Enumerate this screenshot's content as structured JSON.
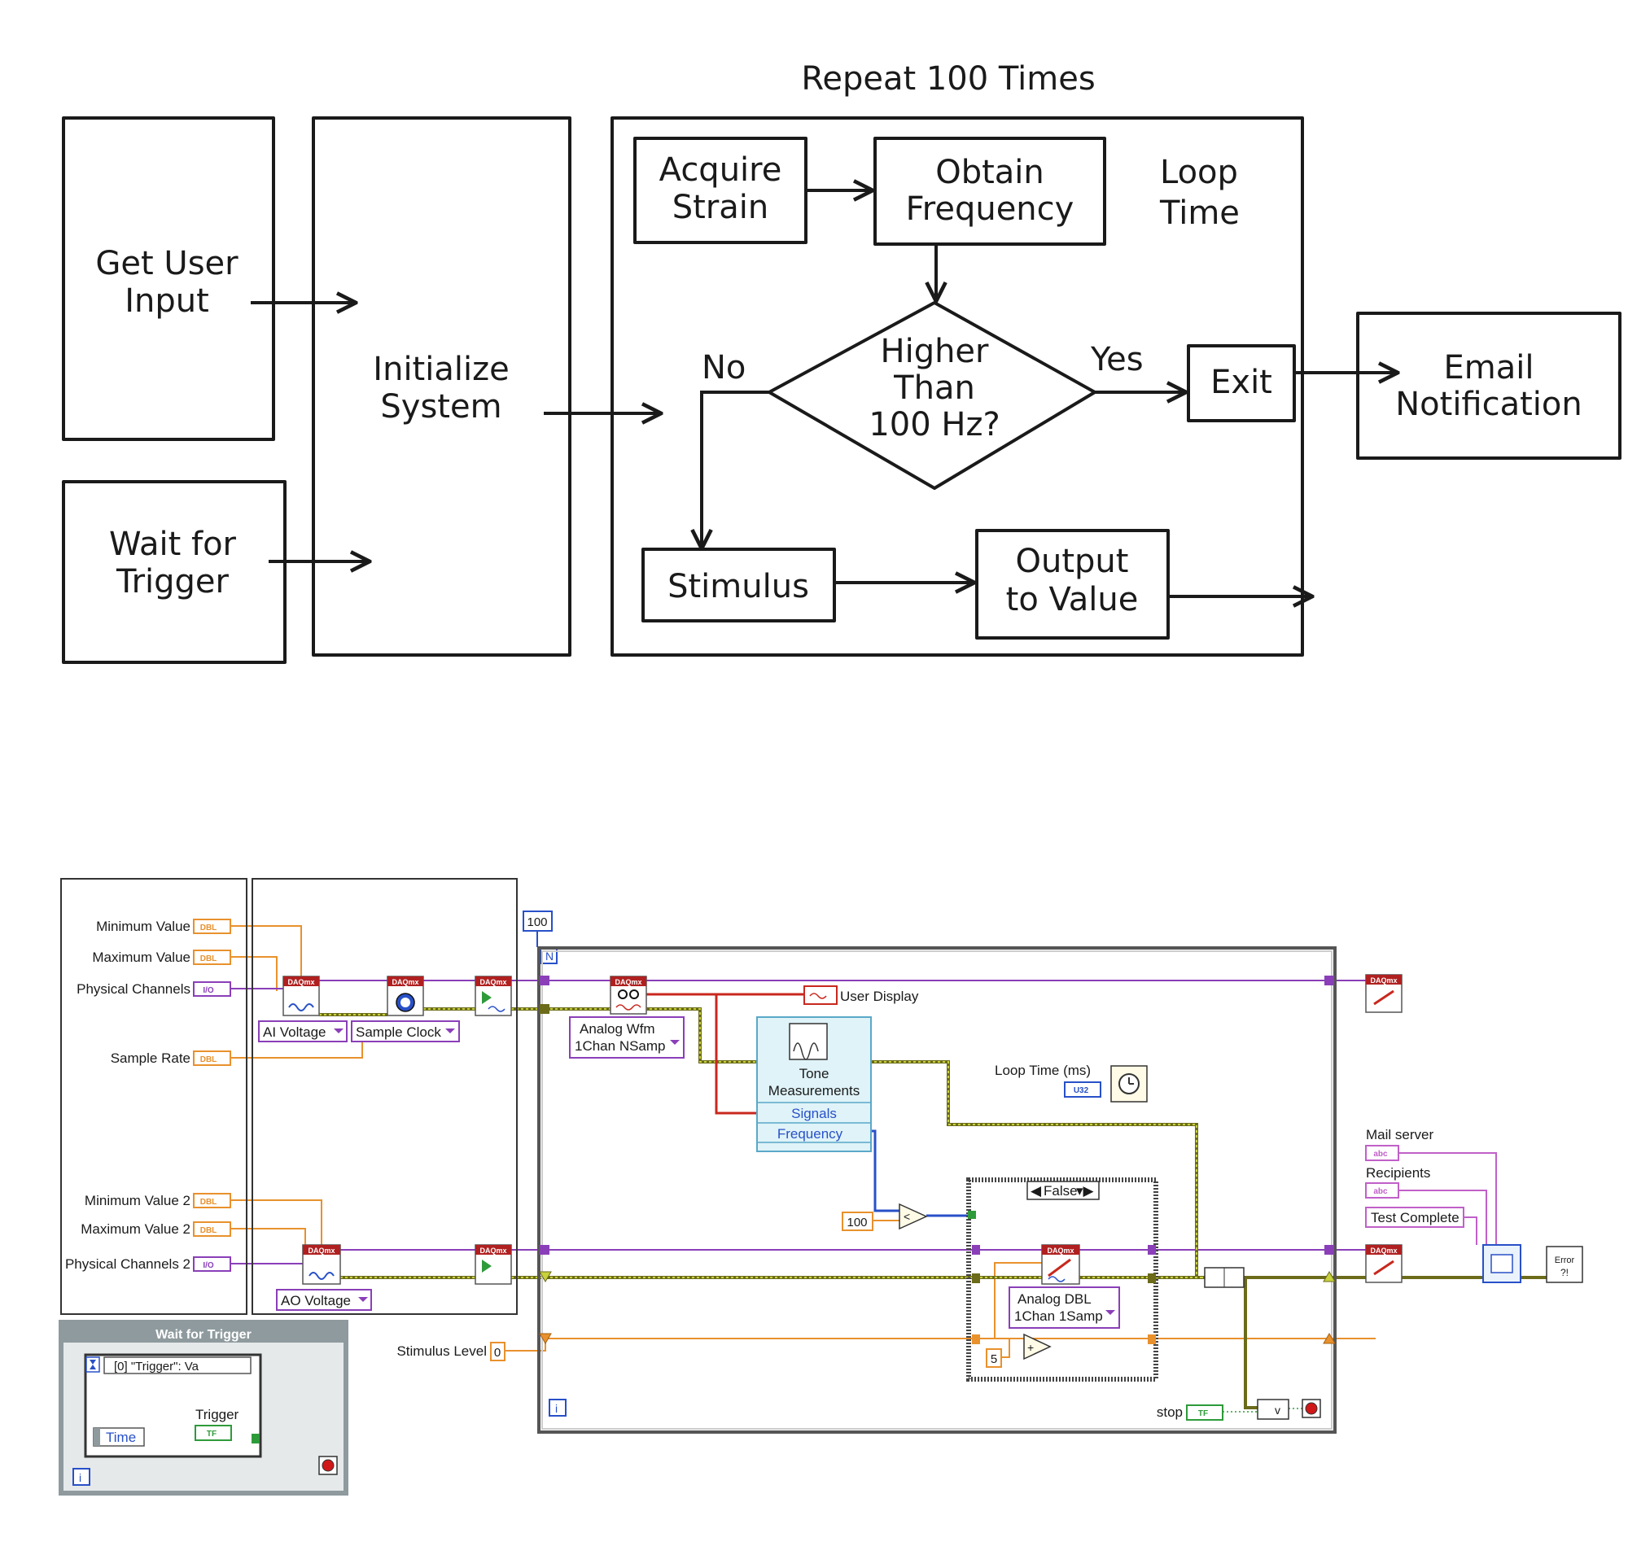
{
  "flowchart": {
    "title": "Repeat 100 Times",
    "get_user_input": [
      "Get User",
      "Input"
    ],
    "wait_for_trigger": [
      "Wait for",
      "Trigger"
    ],
    "initialize_system": [
      "Initialize",
      "System"
    ],
    "acquire_strain": [
      "Acquire",
      "Strain"
    ],
    "obtain_frequency": [
      "Obtain",
      "Frequency"
    ],
    "loop_time": [
      "Loop",
      "Time"
    ],
    "decision": [
      "Higher",
      "Than",
      "100 Hz?"
    ],
    "no_label": "No",
    "yes_label": "Yes",
    "exit": "Exit",
    "email_notification": [
      "Email",
      "Notification"
    ],
    "stimulus": "Stimulus",
    "output_to_value": [
      "Output",
      "to Value"
    ]
  },
  "block_diagram": {
    "controls": {
      "minimum_value": "Minimum Value",
      "maximum_value": "Maximum Value",
      "physical_channels": "Physical Channels",
      "sample_rate": "Sample Rate",
      "minimum_value_2": "Minimum Value 2",
      "maximum_value_2": "Maximum Value 2",
      "physical_channels_2": "Physical Channels 2",
      "stimulus_level": "Stimulus Level",
      "stimulus_level_value": "0",
      "stop": "stop",
      "mail_server": "Mail server",
      "recipients": "Recipients",
      "test_complete": "Test Complete"
    },
    "terminal_types": {
      "dbl": "DBL",
      "io": "I/O",
      "u32": "U32",
      "tf": "TF",
      "abc": "abc"
    },
    "daqmx": "DAQmx",
    "selectors": {
      "ai_voltage": "AI Voltage",
      "sample_clock": "Sample Clock",
      "analog_wfm": [
        "Analog Wfm",
        "1Chan NSamp"
      ],
      "ao_voltage": "AO Voltage",
      "analog_dbl": [
        "Analog DBL",
        "1Chan 1Samp"
      ]
    },
    "loop_count": "100",
    "user_display": "User Display",
    "tone_measurements": {
      "title": [
        "Tone",
        "Measurements"
      ],
      "signals": "Signals",
      "frequency": "Frequency"
    },
    "loop_time_ms": "Loop Time (ms)",
    "compare_constant": "100",
    "case_label": "False",
    "increment_constant": "5",
    "error_label": "Error",
    "wait_for_trigger_loop": {
      "title": "Wait for Trigger",
      "event_case": "[0] \"Trigger\": Va",
      "time": "Time",
      "trigger": "Trigger"
    },
    "iteration": "i",
    "count": "N"
  },
  "colors": {
    "dbl_orange": "#e8912d",
    "io_purple": "#8a3fb8",
    "error_wire": "#6b6b1a",
    "boolean_green": "#2e9b3a",
    "string_pink": "#c060c8",
    "tone_block": "#dff3f8"
  }
}
